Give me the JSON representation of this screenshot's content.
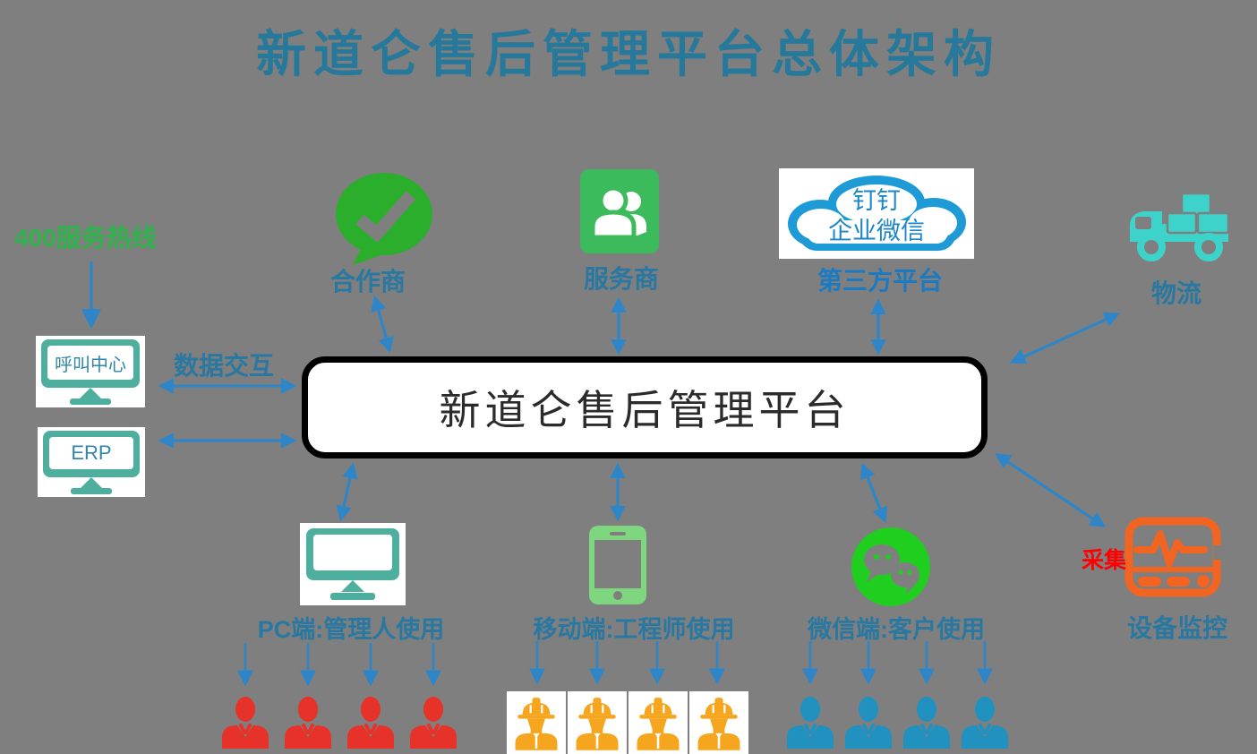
{
  "title": "新道仑售后管理平台总体架构",
  "center_box": {
    "label": "新道仑售后管理平台"
  },
  "left": {
    "hotline_label": "400服务热线",
    "call_center_label": "呼叫中心",
    "erp_label": "ERP",
    "data_exchange_label": "数据交互"
  },
  "top_nodes": [
    {
      "id": "partner",
      "label": "合作商",
      "icon": "wechat-pay-check-bubble-icon"
    },
    {
      "id": "service-provider",
      "label": "服务商",
      "icon": "people-group-icon"
    },
    {
      "id": "third-party",
      "label": "第三方平台",
      "icon": "cloud-icon",
      "cloud_lines": [
        "钉钉",
        "企业微信"
      ]
    },
    {
      "id": "logistics",
      "label": "物流",
      "icon": "truck-icon"
    }
  ],
  "bottom_nodes": [
    {
      "id": "pc",
      "label": "PC端:管理人使用",
      "icon": "monitor-icon"
    },
    {
      "id": "mobile",
      "label": "移动端:工程师使用",
      "icon": "smartphone-icon"
    },
    {
      "id": "wechat",
      "label": "微信端:客户使用",
      "icon": "wechat-bubbles-icon"
    },
    {
      "id": "device-monitor",
      "label": "设备监控",
      "icon": "oscilloscope-icon",
      "collect_label": "采集"
    }
  ],
  "user_groups": [
    {
      "id": "managers",
      "count": 4,
      "color": "#E63229"
    },
    {
      "id": "engineers",
      "count": 4,
      "color": "#F5A61E",
      "card_bg": "#FFFFFF"
    },
    {
      "id": "customers",
      "count": 4,
      "color": "#2191C0"
    }
  ],
  "colors": {
    "background": "#7F7F7F",
    "title": "#27799C",
    "label_teal": "#2878A2",
    "label_blue": "#1B7AC2",
    "hotline_green": "#2FB44B",
    "collect_red": "#FF0000",
    "arrow_blue": "#2E86C8",
    "monitor_teal": "#4FAF9F",
    "wechat_pay_green": "#2BAE2B",
    "service_green": "#3CBB5C",
    "cloud_blue": "#1E9BD7",
    "truck_cyan": "#3DD3CA",
    "phone_green": "#7ED77E",
    "wechat_green": "#1FCE1F",
    "device_orange": "#F26422",
    "manager_red": "#E63229",
    "engineer_orange": "#F5A61E",
    "customer_blue": "#2191C0"
  }
}
